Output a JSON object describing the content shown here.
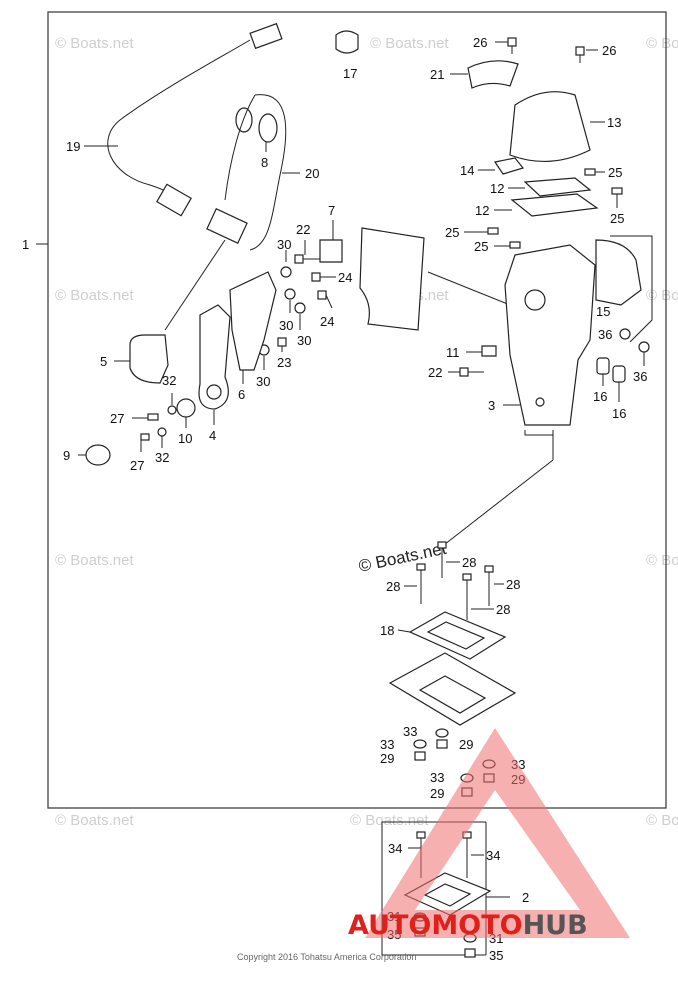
{
  "diagram": {
    "labels": {
      "p1": "1",
      "p2": "2",
      "p3": "3",
      "p4": "4",
      "p5": "5",
      "p6": "6",
      "p7": "7",
      "p8": "8",
      "p9": "9",
      "p10": "10",
      "p11": "11",
      "p12a": "12",
      "p12b": "12",
      "p13": "13",
      "p14": "14",
      "p15": "15",
      "p16a": "16",
      "p16b": "16",
      "p17": "17",
      "p18": "18",
      "p19": "19",
      "p20": "20",
      "p21": "21",
      "p22a": "22",
      "p22b": "22",
      "p23": "23",
      "p24a": "24",
      "p24b": "24",
      "p25a": "25",
      "p25b": "25",
      "p25c": "25",
      "p25d": "25",
      "p26a": "26",
      "p26b": "26",
      "p27a": "27",
      "p27b": "27",
      "p28a": "28",
      "p28b": "28",
      "p28c": "28",
      "p28d": "28",
      "p29a": "29",
      "p29b": "29",
      "p29c": "29",
      "p29d": "29",
      "p30a": "30",
      "p30b": "30",
      "p30c": "30",
      "p30d": "30",
      "p31a": "31",
      "p31b": "31",
      "p32a": "32",
      "p32b": "32",
      "p33a": "33",
      "p33b": "33",
      "p33c": "33",
      "p33d": "33",
      "p34a": "34",
      "p34b": "34",
      "p35a": "35",
      "p35b": "35",
      "p36a": "36",
      "p36b": "36"
    },
    "watermark": "© Boats.net",
    "stamp": "© Boats.net",
    "copyright": "Copyright 2016 Tohatsu America Corporation"
  },
  "logo": {
    "part1": "AUTO",
    "part2": "MOTO",
    "part3": "HUB",
    "colors": {
      "red": "#e0201a",
      "gray": "#555555",
      "triangle": "#f07070"
    }
  }
}
